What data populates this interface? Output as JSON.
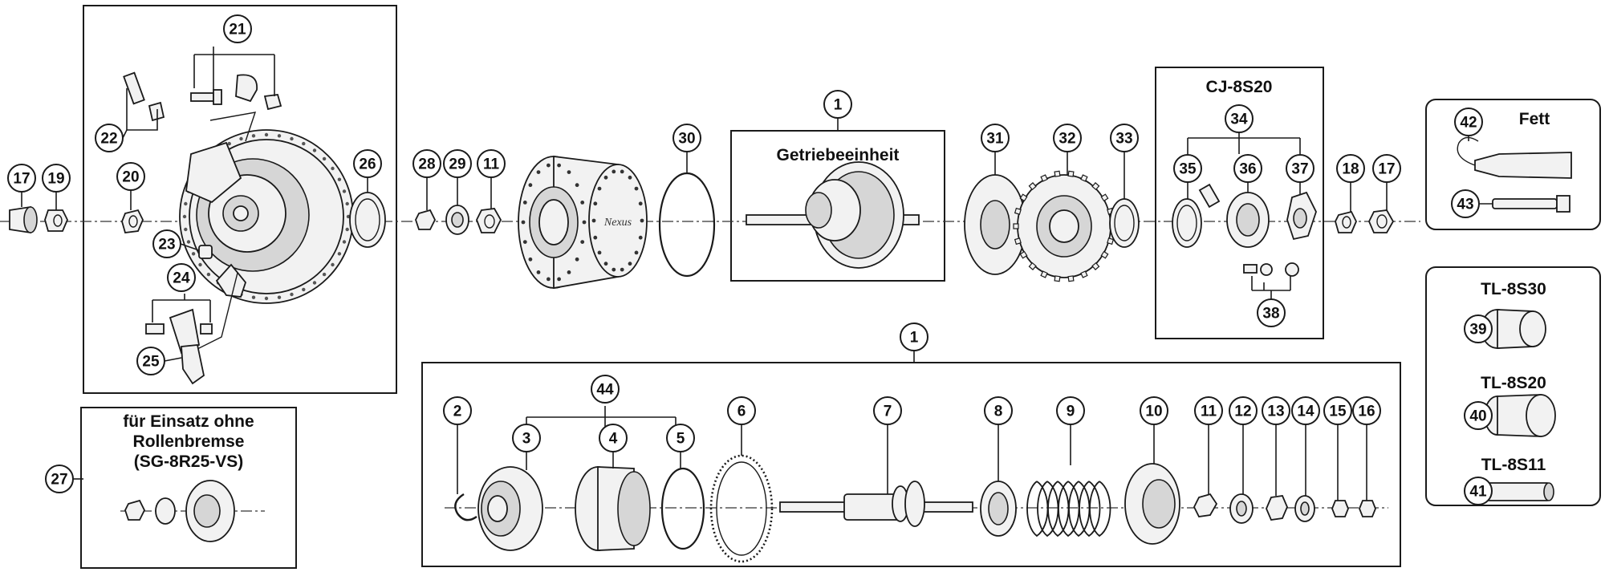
{
  "labels": {
    "gear_unit": "Getriebeeinheit",
    "cj_group": "CJ-8S20",
    "grease": "Fett",
    "no_roller_title_1": "für Einsatz ohne",
    "no_roller_title_2": "Rollenbremse",
    "no_roller_title_3": "(SG-8R25-VS)",
    "tool_1": "TL-8S30",
    "tool_2": "TL-8S20",
    "tool_3": "TL-8S11",
    "hub_brand": "Nexus"
  },
  "callouts": {
    "c1a": "1",
    "c1b": "1",
    "c2": "2",
    "c3": "3",
    "c4": "4",
    "c5": "5",
    "c6": "6",
    "c7": "7",
    "c8": "8",
    "c9": "9",
    "c10": "10",
    "c11a": "11",
    "c11b": "11",
    "c12": "12",
    "c13": "13",
    "c14": "14",
    "c15": "15",
    "c16": "16",
    "c17a": "17",
    "c17b": "17",
    "c18": "18",
    "c19": "19",
    "c20": "20",
    "c21": "21",
    "c22": "22",
    "c23": "23",
    "c24": "24",
    "c25": "25",
    "c26": "26",
    "c27": "27",
    "c28": "28",
    "c29": "29",
    "c30": "30",
    "c31": "31",
    "c32": "32",
    "c33": "33",
    "c34": "34",
    "c35": "35",
    "c36": "36",
    "c37": "37",
    "c38": "38",
    "c39": "39",
    "c40": "40",
    "c41": "41",
    "c42": "42",
    "c43": "43",
    "c44": "44"
  }
}
